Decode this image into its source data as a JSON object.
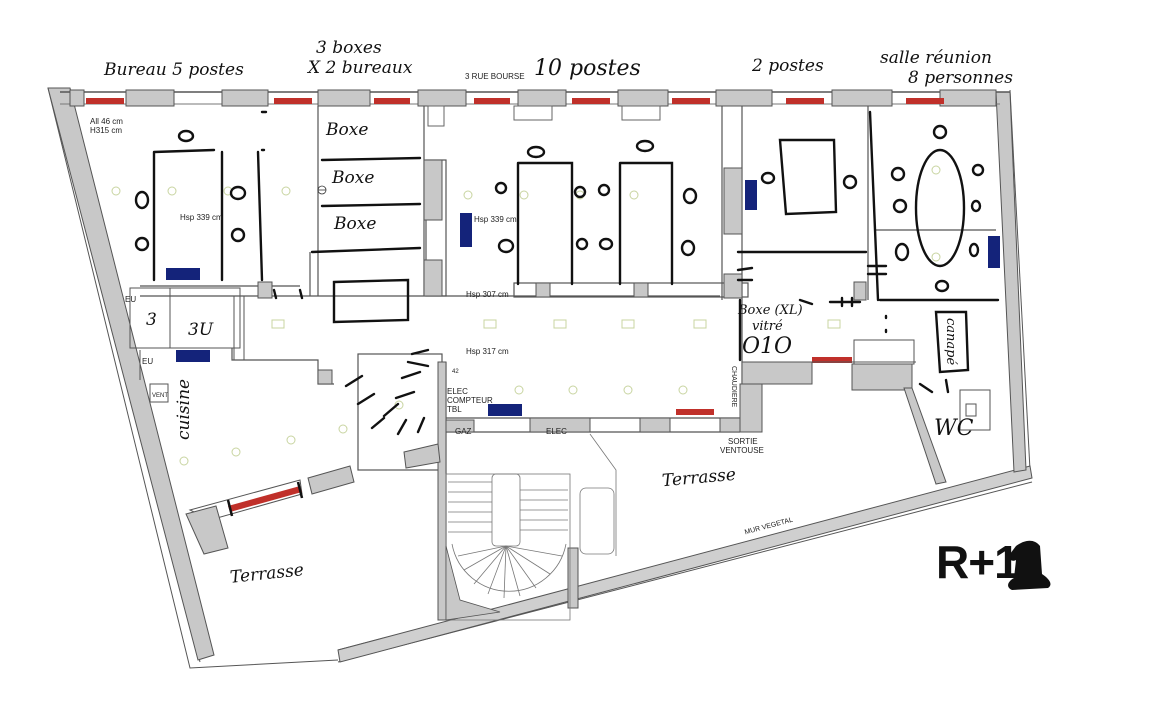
{
  "plan": {
    "level_label": "R+1",
    "street_label": "3 RUE BOURSE",
    "colors": {
      "wall": "#c8c8c8",
      "wall_stroke": "#555555",
      "radiator": "#c0302a",
      "air_unit": "#14237a",
      "ink": "#111111",
      "light_fixture": "#c8d4a0"
    },
    "printed_labels": {
      "allege": "All 46 cm",
      "height": "H315 cm",
      "hsp_left": "Hsp 339 cm",
      "hsp_center": "Hsp 339 cm",
      "hsp_corridor": "Hsp 307 cm",
      "hsp_hall": "Hsp 317 cm",
      "eu_1": "EU",
      "eu_2": "EU",
      "vent": "VENT",
      "elec_compteur": [
        "ELEC",
        "COMPTEUR",
        "TBL"
      ],
      "gaz": "GAZ",
      "elec": "ELEC",
      "chaudiere": "CHAUDIERE",
      "sortie_ventouse": [
        "SORTIE",
        "VENTOUSE"
      ],
      "mur_vegetal": "MUR VEGETAL",
      "dim_42": "42"
    },
    "annotations": {
      "bureau_5_postes": "Bureau 5 postes",
      "boxes_line1": "3 boxes",
      "boxes_line2": "X 2 bureaux",
      "dix_postes": "10 postes",
      "deux_postes": "2 postes",
      "salle_reunion_line1": "salle réunion",
      "salle_reunion_line2": "8 personnes",
      "boxe_1": "Boxe",
      "boxe_2": "Boxe",
      "boxe_3": "Boxe",
      "boxe_xl_line1": "Boxe (XL)",
      "boxe_xl_line2": "vitré",
      "boxe_xl_seats": "O1O",
      "wc_3": "3",
      "wc_3u": "3U",
      "cuisine": "cuisine",
      "terrasse_left": "Terrasse",
      "terrasse_right": "Terrasse",
      "wc": "WC",
      "vertical_note": "canapé"
    }
  }
}
